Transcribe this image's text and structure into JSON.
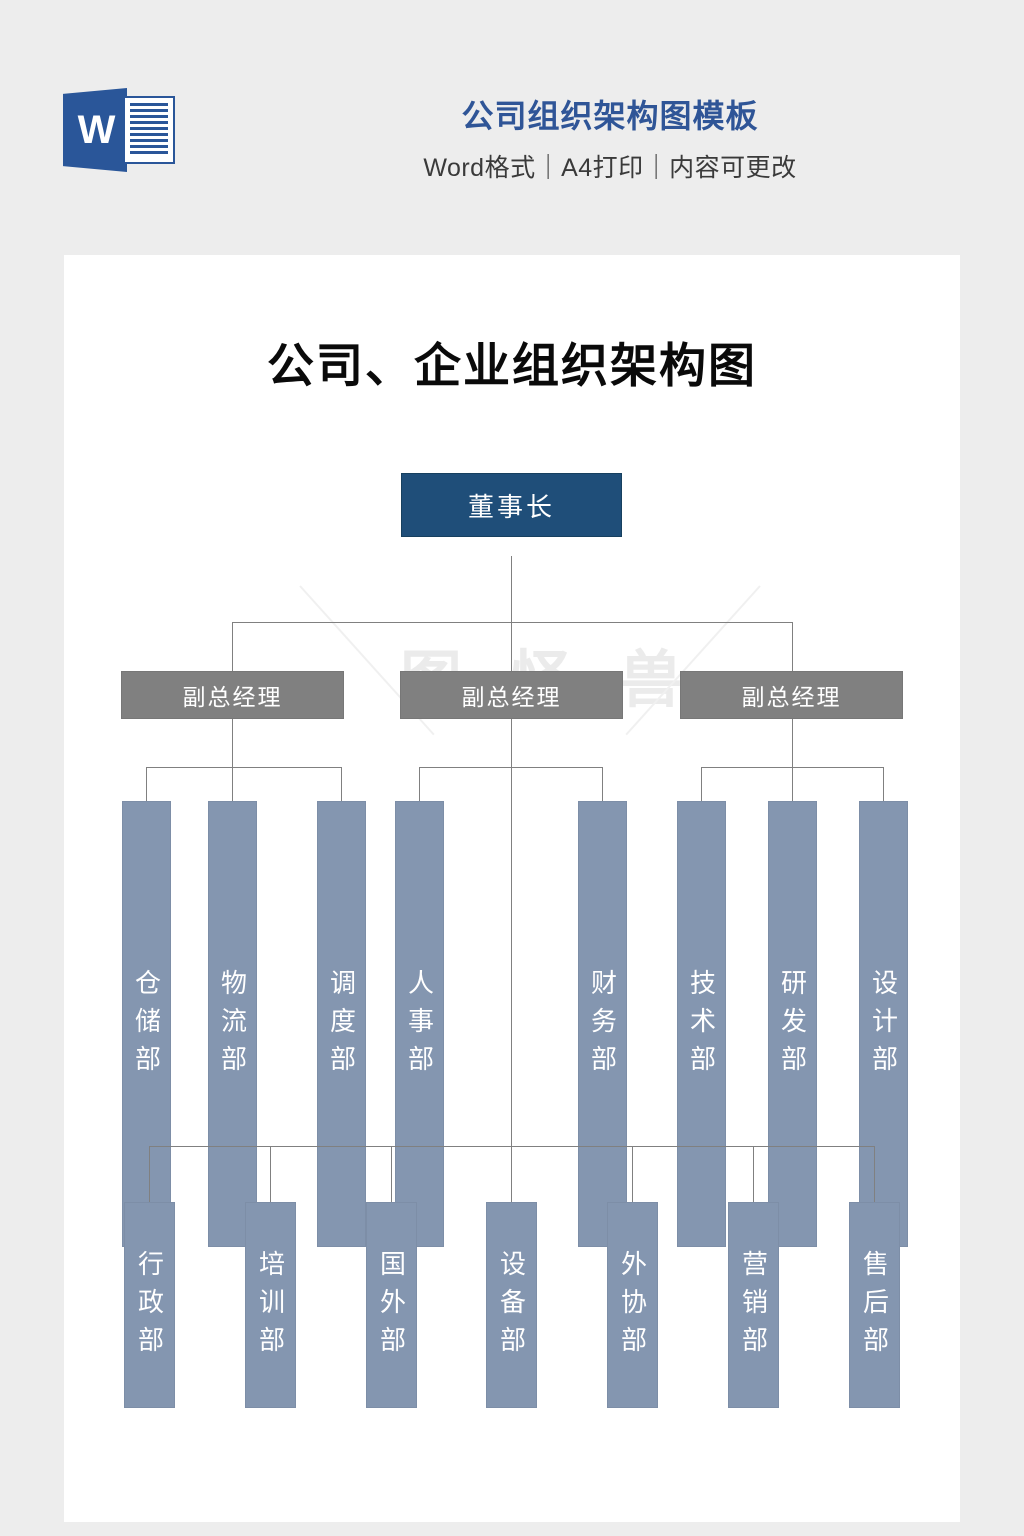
{
  "header": {
    "title": "公司组织架构图模板",
    "subtitle": "Word格式｜A4打印｜内容可更改",
    "icon": "word-document-icon",
    "icon_letter": "W",
    "title_color": "#2f5597",
    "background_color": "#ededed"
  },
  "page": {
    "chart_title": "公司、企业组织架构图",
    "background_color": "#ffffff"
  },
  "watermark": {
    "text": "图怪兽"
  },
  "chart_data": {
    "type": "diagram",
    "diagram_kind": "organization-chart",
    "title": "公司、企业组织架构图",
    "colors": {
      "root": "#1f4e79",
      "manager": "#808080",
      "department": "#8496b0",
      "connector": "#808080",
      "node_text": "#ffffff"
    },
    "levels": [
      {
        "level": 1,
        "nodes": [
          {
            "id": "chairman",
            "label": "董事长",
            "style": "root"
          }
        ]
      },
      {
        "level": 2,
        "nodes": [
          {
            "id": "vgm1",
            "label": "副总经理",
            "style": "manager",
            "parent": "chairman"
          },
          {
            "id": "vgm2",
            "label": "副总经理",
            "style": "manager",
            "parent": "chairman"
          },
          {
            "id": "vgm3",
            "label": "副总经理",
            "style": "manager",
            "parent": "chairman"
          }
        ]
      },
      {
        "level": 3,
        "nodes": [
          {
            "id": "d1",
            "label": "仓储部",
            "style": "department",
            "parent": "vgm1"
          },
          {
            "id": "d2",
            "label": "物流部",
            "style": "department",
            "parent": "vgm1"
          },
          {
            "id": "d3",
            "label": "调度部",
            "style": "department",
            "parent": "vgm1"
          },
          {
            "id": "d4",
            "label": "人事部",
            "style": "department",
            "parent": "vgm2"
          },
          {
            "id": "d5",
            "label": "财务部",
            "style": "department",
            "parent": "vgm2"
          },
          {
            "id": "d6",
            "label": "技术部",
            "style": "department",
            "parent": "vgm3"
          },
          {
            "id": "d7",
            "label": "研发部",
            "style": "department",
            "parent": "vgm3"
          },
          {
            "id": "d8",
            "label": "设计部",
            "style": "department",
            "parent": "vgm3"
          }
        ]
      },
      {
        "level": 4,
        "nodes": [
          {
            "id": "e1",
            "label": "行政部",
            "style": "department",
            "parent": "vgm2"
          },
          {
            "id": "e2",
            "label": "培训部",
            "style": "department",
            "parent": "vgm2"
          },
          {
            "id": "e3",
            "label": "国外部",
            "style": "department",
            "parent": "vgm2"
          },
          {
            "id": "e4",
            "label": "设备部",
            "style": "department",
            "parent": "vgm2"
          },
          {
            "id": "e5",
            "label": "外协部",
            "style": "department",
            "parent": "vgm2"
          },
          {
            "id": "e6",
            "label": "营销部",
            "style": "department",
            "parent": "vgm2"
          },
          {
            "id": "e7",
            "label": "售后部",
            "style": "department",
            "parent": "vgm2"
          }
        ]
      }
    ]
  }
}
